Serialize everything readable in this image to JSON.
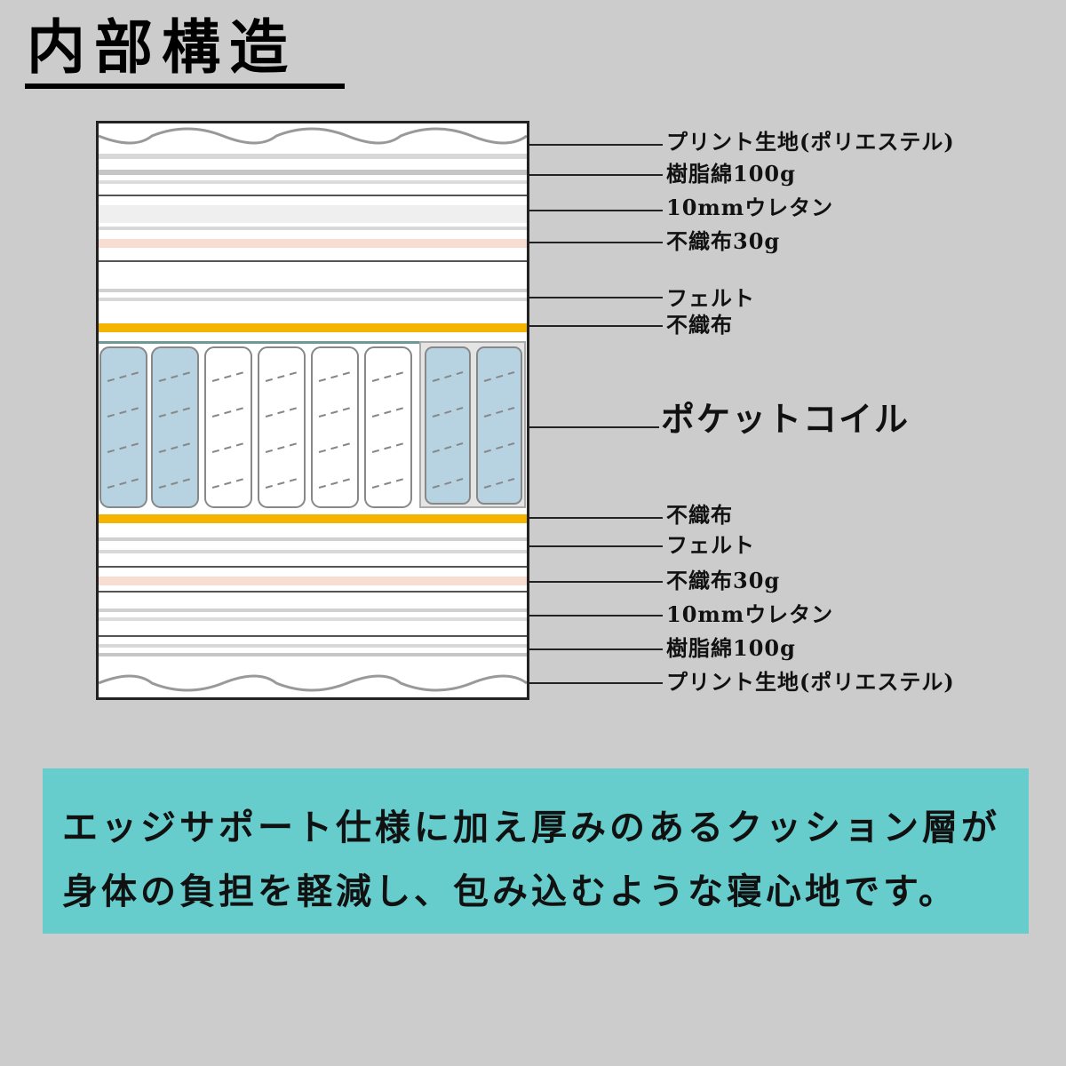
{
  "title": "内部構造",
  "labels": [
    {
      "id": "top-print-fabric",
      "text": "プリント生地(ポリエステル)"
    },
    {
      "id": "top-resin-cotton",
      "text": "樹脂綿100g"
    },
    {
      "id": "top-urethane",
      "text": "10mmウレタン"
    },
    {
      "id": "top-nonwoven-30g",
      "text": "不織布30g"
    },
    {
      "id": "top-felt",
      "text": "フェルト"
    },
    {
      "id": "top-nonwoven",
      "text": "不織布"
    },
    {
      "id": "pocket-coil",
      "text": "ポケットコイル"
    },
    {
      "id": "bottom-nonwoven",
      "text": "不織布"
    },
    {
      "id": "bottom-felt",
      "text": "フェルト"
    },
    {
      "id": "bottom-nonwoven-30g",
      "text": "不織布30g"
    },
    {
      "id": "bottom-urethane",
      "text": "10mmウレタン"
    },
    {
      "id": "bottom-resin-cotton",
      "text": "樹脂綿100g"
    },
    {
      "id": "bottom-print-fabric",
      "text": "プリント生地(ポリエステル)"
    }
  ],
  "caption": {
    "line1": "エッジサポート仕様に加え厚みのあるクッション層が",
    "line2": "身体の負担を軽減し、包み込むような寝心地です。"
  },
  "colors": {
    "background": "#cccccc",
    "nonwoven_band": "#f4b400",
    "coil_blue": "#b7d3e2",
    "caption_box": "#66cccc",
    "peach_band": "#f8ddd2"
  }
}
